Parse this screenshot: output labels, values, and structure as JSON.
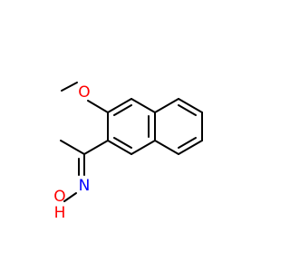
{
  "molecule": {
    "atoms": {
      "methoxy_oxygen": {
        "label": "O",
        "color": "#ff0000"
      },
      "imine_nitrogen": {
        "label": "N",
        "color": "#0000ff"
      },
      "hydroxyl_oxygen": {
        "label": "O",
        "color": "#ff0000"
      },
      "hydroxyl_hydrogen": {
        "label": "H",
        "color": "#ff0000"
      }
    }
  }
}
